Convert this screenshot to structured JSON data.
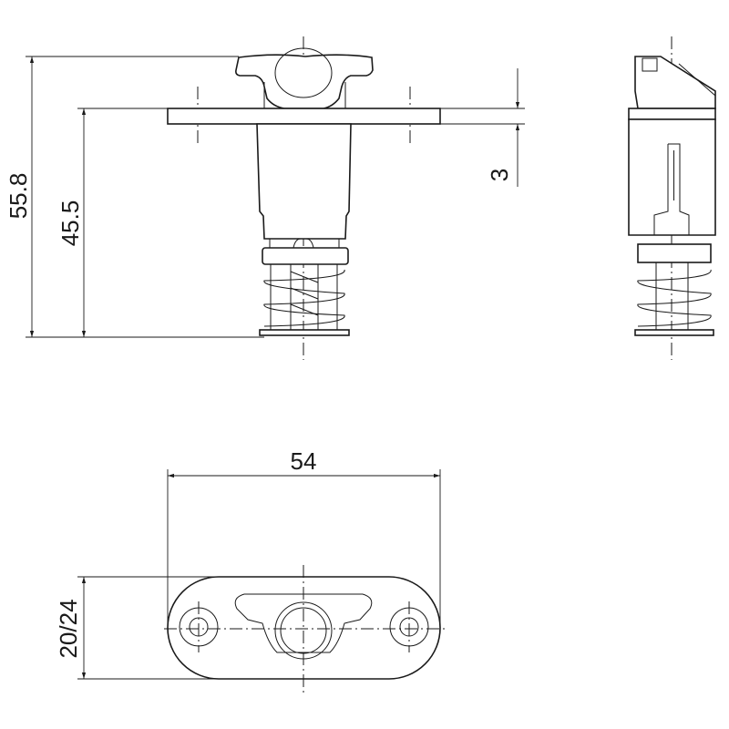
{
  "drawing": {
    "dimensions": {
      "overall_height": "55.8",
      "height_below_knob": "45.5",
      "plate_thickness": "3",
      "plate_width": "54",
      "plate_depth": "20/24"
    },
    "colors": {
      "line": "#1a1a1a",
      "background": "#ffffff"
    }
  }
}
